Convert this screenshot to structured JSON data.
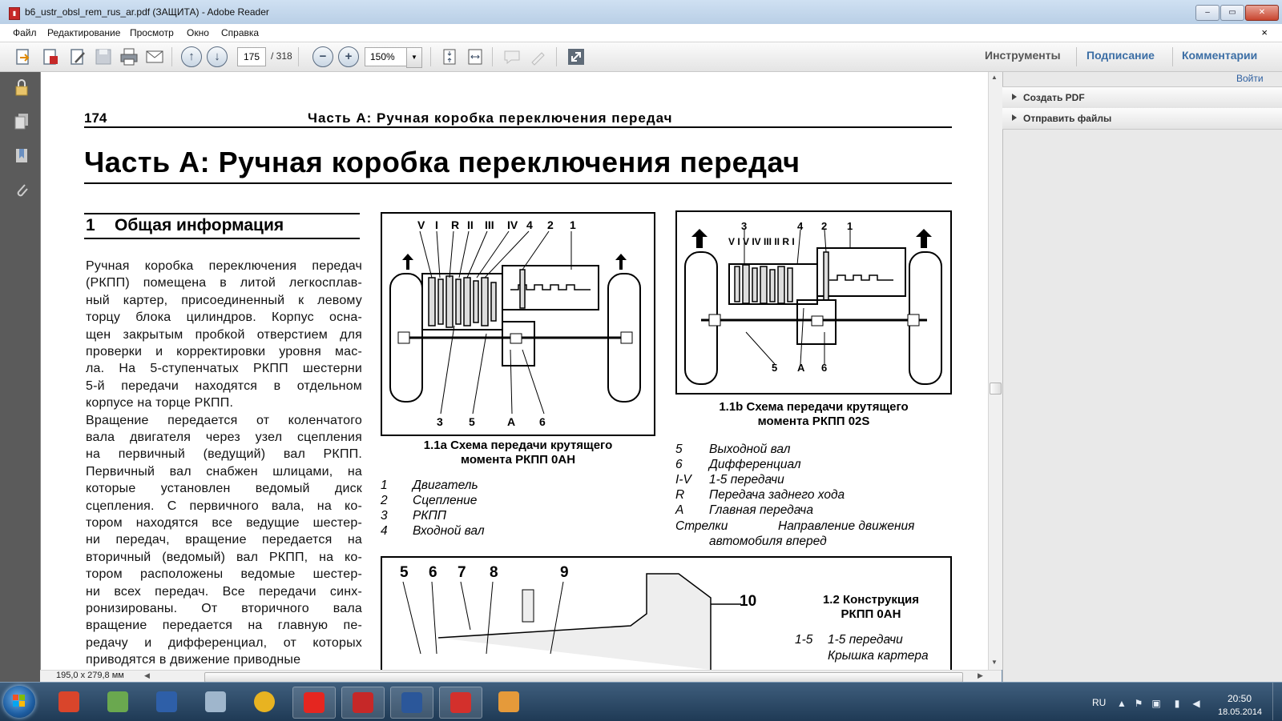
{
  "window": {
    "title": "b6_ustr_obsl_rem_rus_ar.pdf (ЗАЩИТА) - Adobe Reader",
    "icon": "pdf-file-icon",
    "controls": {
      "minimize": "–",
      "maximize": "▭",
      "close": "✕"
    }
  },
  "menu": {
    "items": [
      "Файл",
      "Редактирование",
      "Просмотр",
      "Окно",
      "Справка"
    ],
    "close_doc": "×"
  },
  "toolbar": {
    "page_current": "175",
    "page_total": "/ 318",
    "zoom": "150%",
    "tabs": [
      "Инструменты",
      "Подписание",
      "Комментарии"
    ],
    "tab_color": "#3b6ea5"
  },
  "right_panel": {
    "login": "Войти",
    "rows": [
      "Создать PDF",
      "Отправить файлы"
    ]
  },
  "status": {
    "page_size": "195,0 x 279,8 мм"
  },
  "document": {
    "page_number": "174",
    "running_header": "Часть А: Ручная коробка переключения передач",
    "main_title": "Часть А: Ручная коробка переключения передач",
    "section_number": "1",
    "section_title": "Общая информация",
    "paragraph_lines": [
      "Ручная коробка переключения передач",
      "(РКПП) помещена в литой легкосплав-",
      "ный картер, присоединенный к левому",
      "торцу блока цилиндров. Корпус осна-",
      "щен закрытым пробкой отверстием для",
      "проверки и корректировки уровня мас-",
      "ла. На 5-ступенчатых РКПП шестерни",
      "5-й передачи находятся в отдельном",
      "корпусе на торце РКПП.",
      "Вращение передается от коленчатого",
      "вала двигателя через узел сцепления",
      "на первичный (ведущий) вал РКПП.",
      "Первичный вал снабжен шлицами, на",
      "которые установлен ведомый диск",
      "сцепления. С первичного вала, на ко-",
      "тором находятся все ведущие шестер-",
      "ни передач, вращение передается на",
      "вторичный (ведомый) вал РКПП, на ко-",
      "тором расположены ведомые шестер-",
      "ни всех передач. Все передачи синх-",
      "ронизированы. От вторичного вала",
      "вращение передается на главную пе-",
      "редачу и дифференциал, от которых",
      "приводятся в движение приводные"
    ],
    "fig_a_caption": [
      "1.1а Схема передачи крутящего",
      "момента РКПП 0АН"
    ],
    "fig_b_caption": [
      "1.1b Схема передачи крутящего",
      "момента РКПП 02S"
    ],
    "fig_a_top_labels": [
      "V",
      "I",
      "R",
      "II",
      "III",
      "IV",
      "4",
      "2",
      "1"
    ],
    "fig_a_bottom_labels": [
      "3",
      "5",
      "A",
      "6"
    ],
    "fig_b_top_labels": [
      "3",
      "4",
      "2",
      "1"
    ],
    "fig_b_gear_labels": "V I V IV III II R I",
    "fig_b_bottom_labels": [
      "5",
      "A",
      "6"
    ],
    "legend_left": [
      {
        "n": "1",
        "t": "Двигатель"
      },
      {
        "n": "2",
        "t": "Сцепление"
      },
      {
        "n": "3",
        "t": "РКПП"
      },
      {
        "n": "4",
        "t": "Входной вал"
      }
    ],
    "legend_right": [
      {
        "n": "5",
        "t": "Выходной вал"
      },
      {
        "n": "6",
        "t": "Дифференциал"
      },
      {
        "n": "I-V",
        "t": "1-5 передачи"
      },
      {
        "n": "R",
        "t": "Передача заднего хода"
      },
      {
        "n": "A",
        "t": "Главная передача"
      }
    ],
    "legend_arrows_key": "Стрелки",
    "legend_arrows_text_1": "Направление движения",
    "legend_arrows_text_2": "автомобиля вперед",
    "fig2_labels": [
      "5",
      "6",
      "7",
      "8",
      "9",
      "10"
    ],
    "fig2_caption": [
      "1.2 Конструкция",
      "РКПП 0АН"
    ],
    "fig2_legend_n": "1-5",
    "fig2_legend_t": "1-5 передачи",
    "fig2_legend_cut": "Крышка картера"
  },
  "taskbar": {
    "apps": [
      "ccleaner-icon",
      "display-icon",
      "shield-icon",
      "calculator-icon",
      "chrome-icon",
      "yandex-browser-icon",
      "adobe-reader-icon",
      "word-icon",
      "screen-capture-icon",
      "paint-icon"
    ],
    "lang": "RU",
    "time": "20:50",
    "date": "18.05.2014"
  }
}
